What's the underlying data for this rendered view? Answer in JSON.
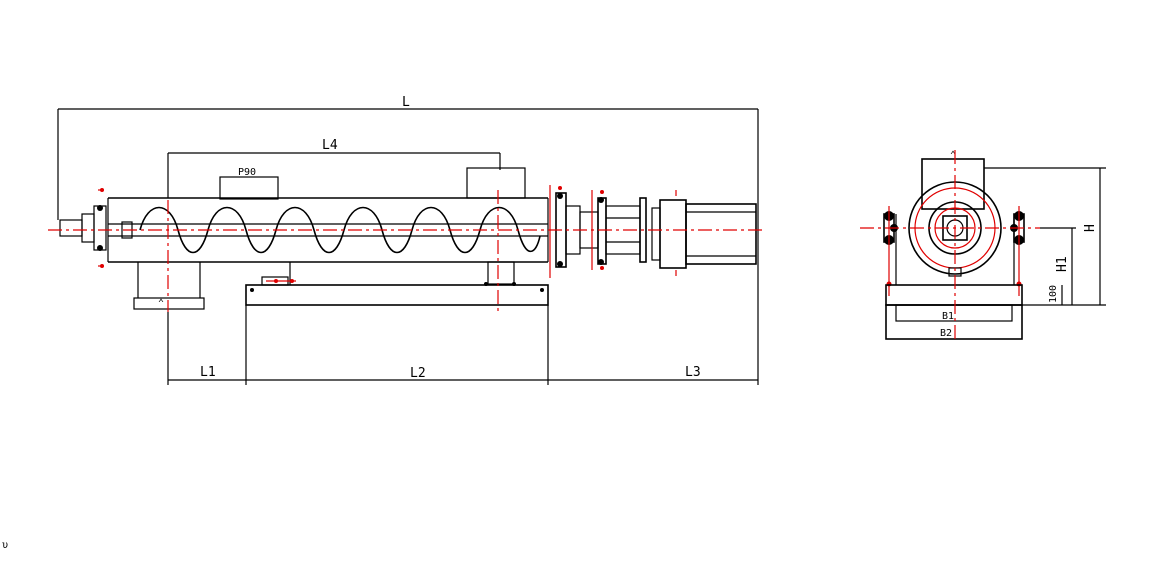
{
  "labels": {
    "overall_length": "L",
    "length_4": "L4",
    "inlet": "P90",
    "length_1": "L1",
    "length_2": "L2",
    "length_3": "L3",
    "height": "H",
    "height_1": "H1",
    "base_height": "100",
    "width_1": "B1",
    "width_2": "B2",
    "corner_mark": "υ"
  },
  "colors": {
    "line": "#000000",
    "centerline": "#e00000"
  }
}
